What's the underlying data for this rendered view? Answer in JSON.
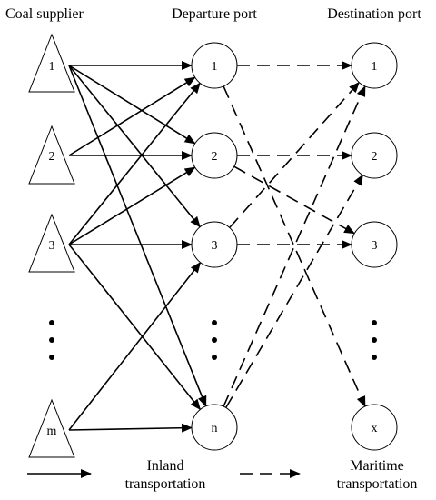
{
  "headers": {
    "suppliers": "Coal supplier",
    "departure": "Departure port",
    "destination": "Destination port"
  },
  "suppliers": [
    "1",
    "2",
    "3",
    "m"
  ],
  "departure_ports": [
    "1",
    "2",
    "3",
    "n"
  ],
  "destination_ports": [
    "1",
    "2",
    "3",
    "x"
  ],
  "inland_links": [
    [
      "1",
      "1"
    ],
    [
      "1",
      "2"
    ],
    [
      "1",
      "3"
    ],
    [
      "1",
      "n"
    ],
    [
      "2",
      "1"
    ],
    [
      "2",
      "2"
    ],
    [
      "3",
      "1"
    ],
    [
      "3",
      "2"
    ],
    [
      "3",
      "3"
    ],
    [
      "3",
      "n"
    ],
    [
      "m",
      "3"
    ],
    [
      "m",
      "n"
    ]
  ],
  "maritime_links": [
    [
      "1",
      "1"
    ],
    [
      "1",
      "x"
    ],
    [
      "2",
      "2"
    ],
    [
      "2",
      "3"
    ],
    [
      "3",
      "1"
    ],
    [
      "3",
      "3"
    ],
    [
      "n",
      "1"
    ],
    [
      "n",
      "2"
    ]
  ],
  "legend": {
    "inland_line1": "Inland",
    "inland_line2": "transportation",
    "maritime_line1": "Maritime",
    "maritime_line2": "transportation"
  },
  "colors": {
    "stroke": "#000000",
    "background": "#ffffff"
  }
}
